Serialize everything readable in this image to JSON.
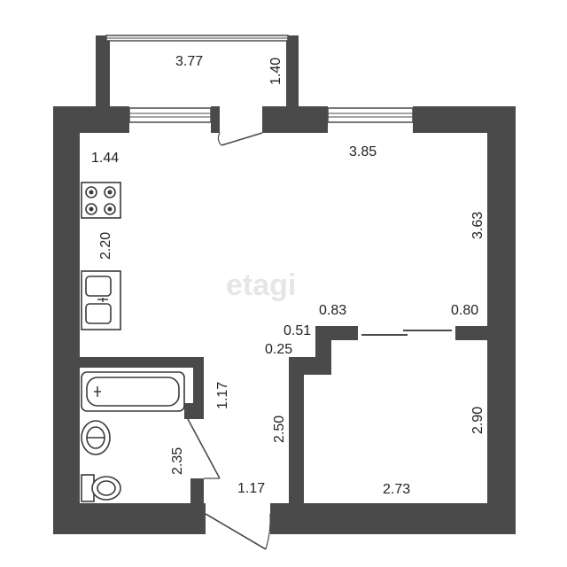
{
  "floor_plan": {
    "watermark": "etagi",
    "dimensions": {
      "balcony_width": "3.77",
      "balcony_depth": "1.40",
      "hall_width": "1.44",
      "living_width": "3.85",
      "living_length": "3.63",
      "kitchen_length": "2.20",
      "wardrobe_left": "0.83",
      "wardrobe_right": "0.80",
      "step_width": "0.51",
      "step_depth": "0.25",
      "bath_height": "1.17",
      "corridor_length": "2.50",
      "room_length": "2.90",
      "bath_width": "2.35",
      "entry_width": "1.17",
      "room_width": "2.73"
    }
  }
}
